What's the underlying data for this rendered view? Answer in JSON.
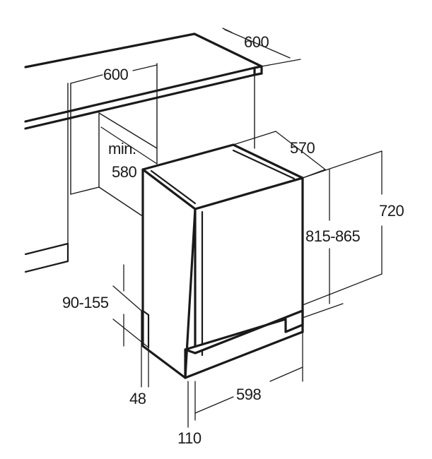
{
  "dimensions": {
    "counter_depth": "600",
    "niche_width": "600",
    "niche_depth_min_line1": "min.",
    "niche_depth_min_line2": "580",
    "appliance_depth": "570",
    "niche_height": "815-865",
    "appliance_height": "720",
    "plinth_height": "90-155",
    "plinth_recess": "48",
    "appliance_width": "598",
    "door_offset": "110"
  }
}
